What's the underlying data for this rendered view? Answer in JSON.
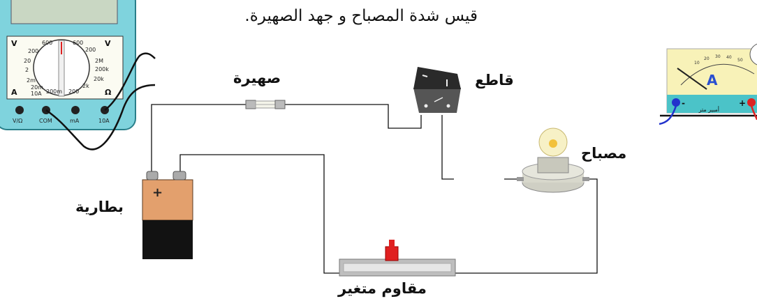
{
  "header_text": "قيس شدة المصباح و جهد الصهيرة.",
  "labels": {
    "fuse": "صهيرة",
    "switch": "قاطع",
    "lamp": "مصباح",
    "battery": "بطارية",
    "rheostat": "مقاوم متغير",
    "ammeter": "أمبير متر"
  },
  "multimeter": {
    "dial": [
      "600",
      "200",
      "20",
      "2",
      "2m",
      "20m",
      "200m",
      "10A",
      "600",
      "200",
      "2M",
      "200k",
      "20k",
      "2k",
      "200"
    ],
    "units": [
      "V",
      "V",
      "A",
      "Ω"
    ],
    "ports": [
      "V/Ω",
      "COM",
      "mA",
      "10A"
    ]
  },
  "ammeter_meter": {
    "symbol": "A",
    "scale": [
      "10",
      "20",
      "30",
      "40",
      "50"
    ],
    "terminals": [
      "-",
      "+"
    ]
  },
  "battery_sign": "+",
  "colors": {
    "wire": "#111111",
    "meter_body": "#7fd3dd",
    "ammeter_face": "#f8f2b8",
    "probe_red": "#dd2222",
    "probe_blue": "#2233cc"
  }
}
